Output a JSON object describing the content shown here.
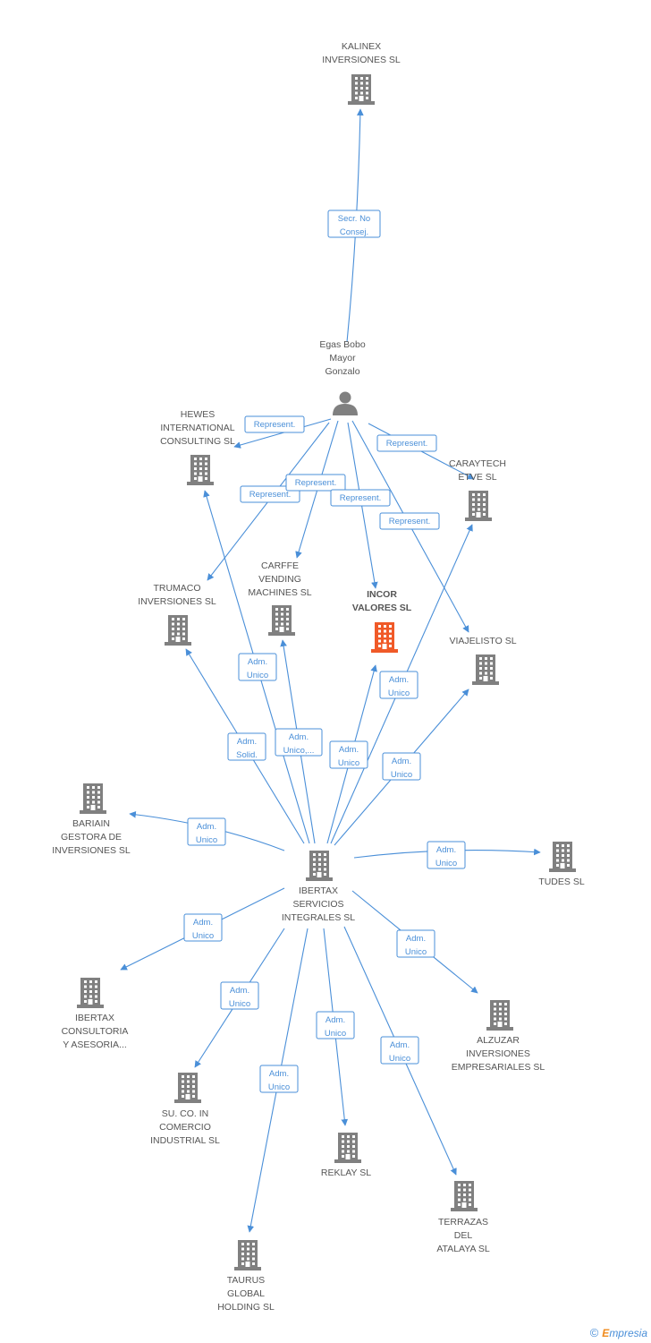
{
  "colors": {
    "edge": "#4a8fd8",
    "node": "#808080",
    "highlight": "#f05a28",
    "text": "#555555"
  },
  "nodes": [
    {
      "id": "kalinex",
      "type": "company",
      "label": [
        "KALINEX",
        "INVERSIONES SL"
      ]
    },
    {
      "id": "egas",
      "type": "person",
      "label": [
        "Egas Bobo",
        "Mayor",
        "Gonzalo"
      ]
    },
    {
      "id": "hewes",
      "type": "company",
      "label": [
        "HEWES",
        "INTERNATIONAL",
        "CONSULTING SL"
      ]
    },
    {
      "id": "caraytech",
      "type": "company",
      "label": [
        "CARAYTECH",
        "ETVE SL"
      ]
    },
    {
      "id": "carffe",
      "type": "company",
      "label": [
        "CARFFE",
        "VENDING",
        "MACHINES SL"
      ]
    },
    {
      "id": "incor",
      "type": "company",
      "highlight": true,
      "label": [
        "INCOR",
        "VALORES SL"
      ]
    },
    {
      "id": "trumaco",
      "type": "company",
      "label": [
        "TRUMACO",
        "INVERSIONES SL"
      ]
    },
    {
      "id": "viajelisto",
      "type": "company",
      "label": [
        "VIAJELISTO SL"
      ]
    },
    {
      "id": "bariain",
      "type": "company",
      "label": [
        "BARIAIN",
        "GESTORA DE",
        "INVERSIONES SL"
      ]
    },
    {
      "id": "ibertax",
      "type": "company",
      "label": [
        "IBERTAX",
        "SERVICIOS",
        "INTEGRALES SL"
      ]
    },
    {
      "id": "tudes",
      "type": "company",
      "label": [
        "TUDES SL"
      ]
    },
    {
      "id": "ibertaxcons",
      "type": "company",
      "label": [
        "IBERTAX",
        "CONSULTORIA",
        "Y ASESORIA..."
      ]
    },
    {
      "id": "alzuzar",
      "type": "company",
      "label": [
        "ALZUZAR",
        "INVERSIONES",
        "EMPRESARIALES SL"
      ]
    },
    {
      "id": "suco",
      "type": "company",
      "label": [
        "SU.  CO. IN",
        "COMERCIO",
        "INDUSTRIAL SL"
      ]
    },
    {
      "id": "reklay",
      "type": "company",
      "label": [
        "REKLAY SL"
      ]
    },
    {
      "id": "terrazas",
      "type": "company",
      "label": [
        "TERRAZAS",
        "DEL",
        "ATALAYA SL"
      ]
    },
    {
      "id": "taurus",
      "type": "company",
      "label": [
        "TAURUS",
        "GLOBAL",
        "HOLDING SL"
      ]
    }
  ],
  "edges": [
    {
      "from": "egas",
      "to": "kalinex",
      "label": [
        "Secr.  No",
        "Consej."
      ]
    },
    {
      "from": "egas",
      "to": "hewes",
      "label": [
        "Represent."
      ]
    },
    {
      "from": "egas",
      "to": "caraytech",
      "label": [
        "Represent."
      ]
    },
    {
      "from": "egas",
      "to": "trumaco",
      "label": [
        "Represent."
      ]
    },
    {
      "from": "egas",
      "to": "carffe",
      "label": [
        "Represent."
      ]
    },
    {
      "from": "egas",
      "to": "incor",
      "label": [
        "Represent."
      ]
    },
    {
      "from": "egas",
      "to": "viajelisto",
      "label": [
        "Represent."
      ]
    },
    {
      "from": "ibertax",
      "to": "hewes",
      "label": [
        "Adm.",
        "Unico"
      ]
    },
    {
      "from": "ibertax",
      "to": "trumaco",
      "label": [
        "Adm.",
        "Solid."
      ]
    },
    {
      "from": "ibertax",
      "to": "carffe",
      "label": [
        "Adm.",
        "Unico,..."
      ]
    },
    {
      "from": "ibertax",
      "to": "incor",
      "label": [
        "Adm.",
        "Unico"
      ]
    },
    {
      "from": "ibertax",
      "to": "caraytech",
      "label": [
        "Adm.",
        "Unico"
      ]
    },
    {
      "from": "ibertax",
      "to": "viajelisto",
      "label": [
        "Adm.",
        "Unico"
      ]
    },
    {
      "from": "ibertax",
      "to": "bariain",
      "label": [
        "Adm.",
        "Unico"
      ]
    },
    {
      "from": "ibertax",
      "to": "tudes",
      "label": [
        "Adm.",
        "Unico"
      ]
    },
    {
      "from": "ibertax",
      "to": "ibertaxcons",
      "label": [
        "Adm.",
        "Unico"
      ]
    },
    {
      "from": "ibertax",
      "to": "alzuzar",
      "label": [
        "Adm.",
        "Unico"
      ]
    },
    {
      "from": "ibertax",
      "to": "suco",
      "label": [
        "Adm.",
        "Unico"
      ]
    },
    {
      "from": "ibertax",
      "to": "reklay",
      "label": [
        "Adm.",
        "Unico"
      ]
    },
    {
      "from": "ibertax",
      "to": "terrazas",
      "label": [
        "Adm.",
        "Unico"
      ]
    },
    {
      "from": "ibertax",
      "to": "taurus",
      "label": [
        "Adm.",
        "Unico"
      ]
    }
  ],
  "footer": {
    "copyright": "©",
    "brand_initial": "E",
    "brand_rest": "mpresia"
  }
}
